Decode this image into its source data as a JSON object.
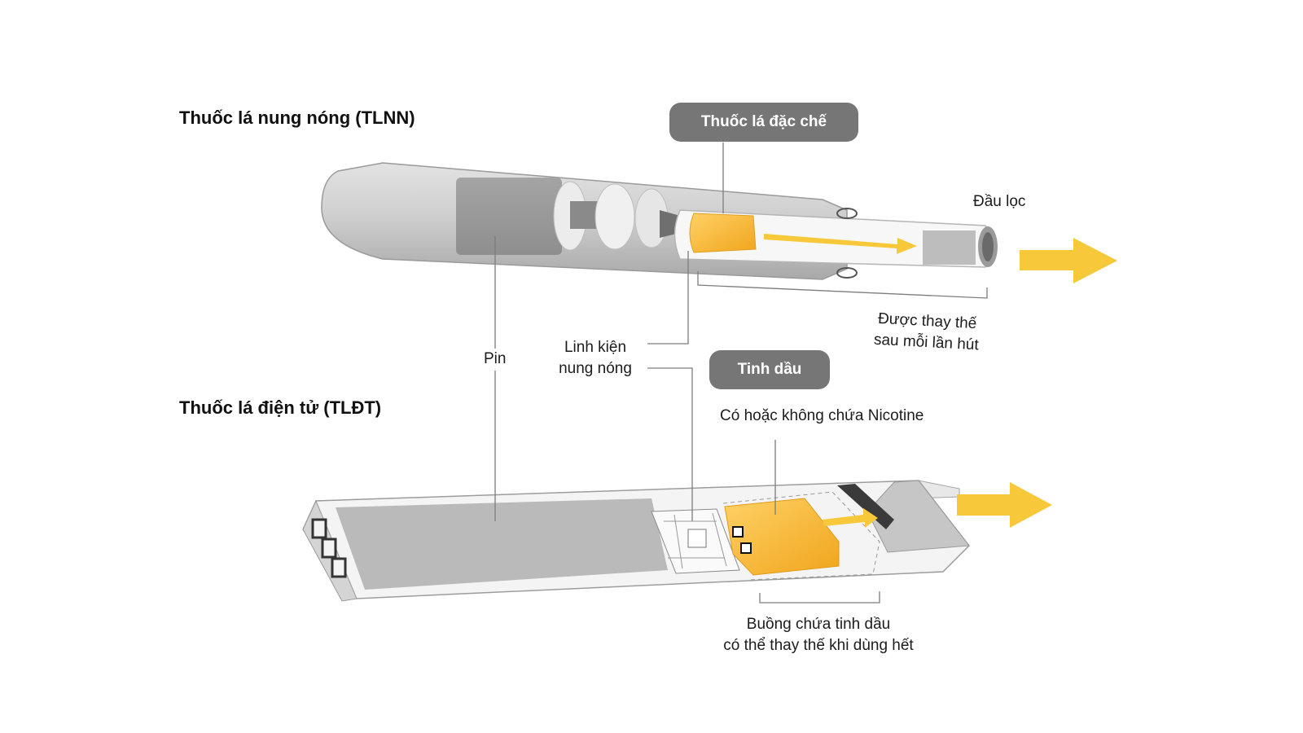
{
  "tlnn": {
    "title": "Thuốc lá nung nóng (TLNN)",
    "tobacco_label": "Thuốc lá đặc chế",
    "filter_label": "Đầu lọc",
    "replace_line1": "Được thay thế",
    "replace_line2": "sau mỗi lần hút"
  },
  "shared": {
    "battery_label": "Pin",
    "heater_line1": "Linh kiện",
    "heater_line2": "nung nóng"
  },
  "tldt": {
    "title": "Thuốc lá điện tử (TLĐT)",
    "oil_label": "Tinh dầu",
    "nicotine_note": "Có hoặc không chứa Nicotine",
    "chamber_line1": "Buồng chứa tinh dầu",
    "chamber_line2": "có thể thay thế khi dùng hết"
  },
  "colors": {
    "accent": "#F5B82E",
    "arrow": "#F7C93A",
    "device_gray": "#C9C9C9",
    "label_pill": "#767676"
  }
}
